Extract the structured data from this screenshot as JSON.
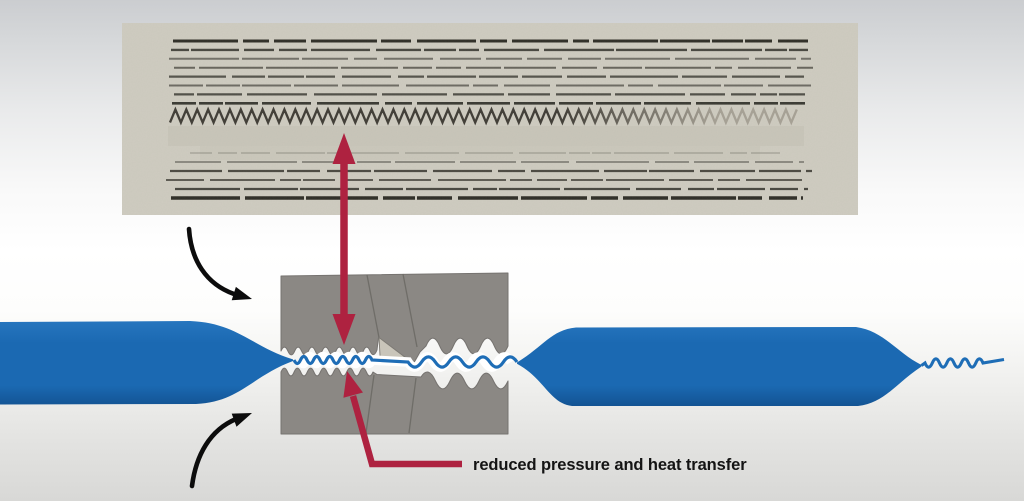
{
  "figure": {
    "caption_label": "reduced pressure and heat transfer",
    "photo": {
      "top_line_count": 8,
      "bottom_line_count": 5,
      "has_zigzag_line": true
    },
    "colors": {
      "fiber_blue": "#1e6db6",
      "blob_blue_top": "#2877c0",
      "blob_blue_mid": "#1b69b2",
      "blob_blue_bottom": "#125190",
      "die_gray": "#8b8884",
      "die_gray_edge": "#767370",
      "die_divider": "#6f6d68",
      "wedge_tan": "#c9c5ba",
      "arrow_red": "#ae2240",
      "arrow_black": "#0c0c0c",
      "photo_bg": "#cfccc1",
      "ink_dark": "#26251f",
      "zigzag_ink": "#403d36",
      "zigzag_ink_faded": "#a7a296",
      "label_color": "#141414"
    }
  }
}
